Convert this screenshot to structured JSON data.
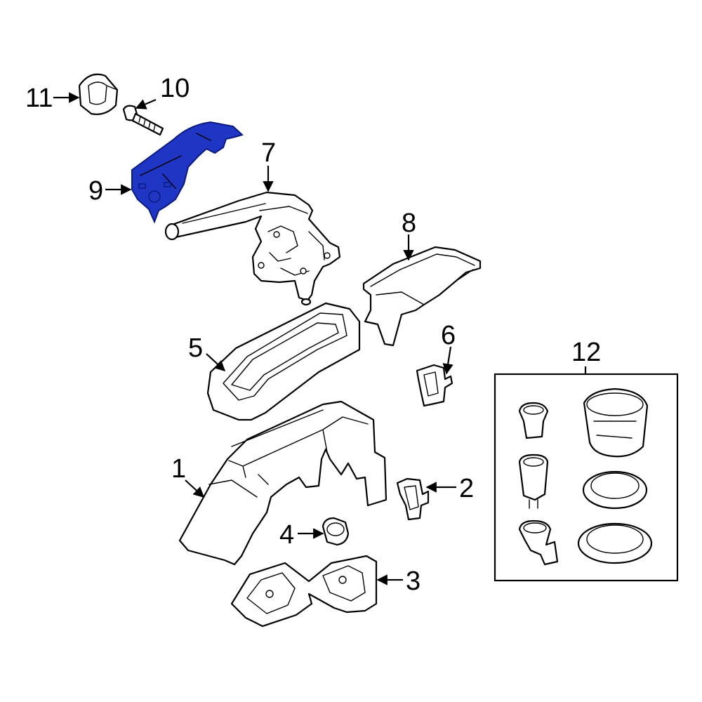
{
  "highlight_color": "#1f35c4",
  "callouts": {
    "c1": "1",
    "c2": "2",
    "c3": "3",
    "c4": "4",
    "c5": "5",
    "c6": "6",
    "c7": "7",
    "c8": "8",
    "c9": "9",
    "c10": "10",
    "c11": "11",
    "c12": "12"
  },
  "highlighted_part": "9"
}
